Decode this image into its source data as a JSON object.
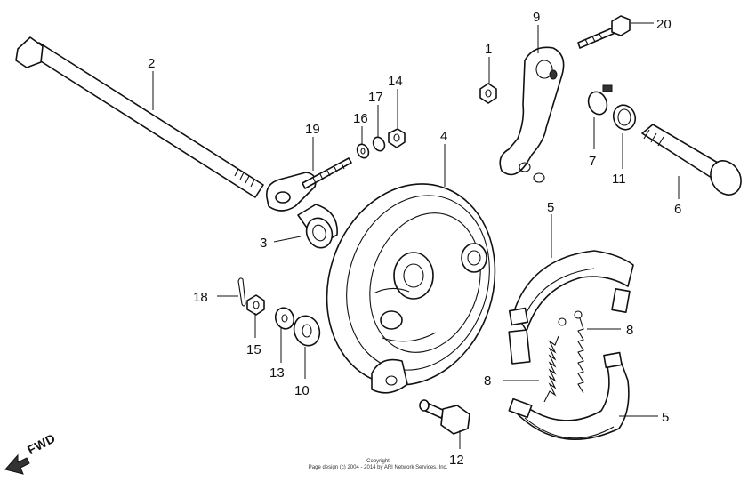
{
  "callouts": {
    "c1": "1",
    "c2": "2",
    "c3": "3",
    "c4": "4",
    "c5a": "5",
    "c5b": "5",
    "c6": "6",
    "c7": "7",
    "c8a": "8",
    "c8b": "8",
    "c9": "9",
    "c10": "10",
    "c11": "11",
    "c12": "12",
    "c13": "13",
    "c14": "14",
    "c15": "15",
    "c16": "16",
    "c17": "17",
    "c18": "18",
    "c19": "19",
    "c20": "20"
  },
  "fwd": "FWD",
  "copyright": {
    "line1": "Copyright",
    "line2": "Page design (c) 2004 - 2014 by ARI Network Services, Inc."
  }
}
